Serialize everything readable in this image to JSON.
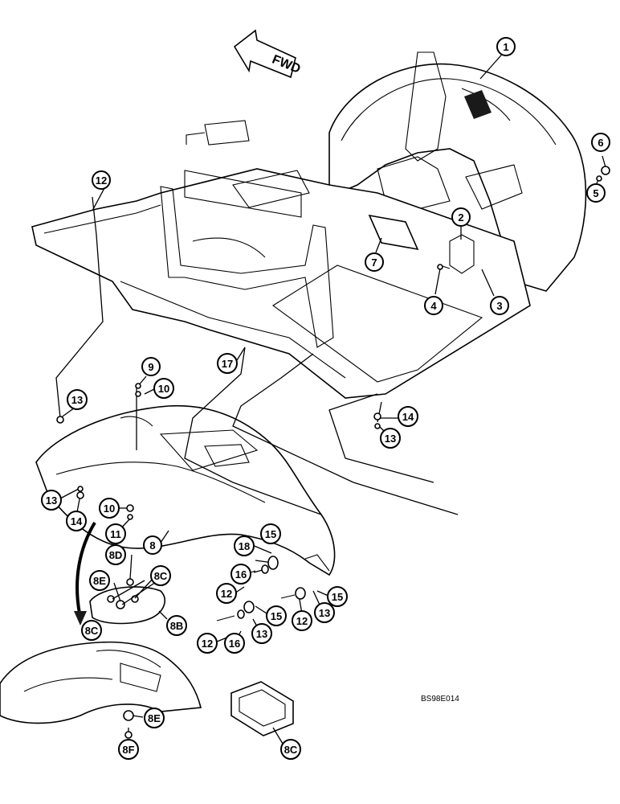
{
  "direction_arrow": {
    "label": "FWD"
  },
  "drawing_code": "BS98E014",
  "callouts": {
    "c1": "1",
    "c2": "2",
    "c3": "3",
    "c4": "4",
    "c5": "5",
    "c6": "6",
    "c7": "7",
    "c8": "8",
    "c9": "9",
    "c10a": "10",
    "c10b": "10",
    "c11": "11",
    "c12a": "12",
    "c12b": "12",
    "c12c": "12",
    "c12d": "12",
    "c13a": "13",
    "c13b": "13",
    "c13c": "13",
    "c13d": "13",
    "c13e": "13",
    "c14a": "14",
    "c14b": "14",
    "c15a": "15",
    "c15b": "15",
    "c15c": "15",
    "c16a": "16",
    "c16b": "16",
    "c17": "17",
    "c18": "18",
    "c8b": "8B",
    "c8c_a": "8C",
    "c8c_b": "8C",
    "c8c_c": "8C",
    "c8d": "8D",
    "c8e_a": "8E",
    "c8e_b": "8E",
    "c8f": "8F"
  }
}
